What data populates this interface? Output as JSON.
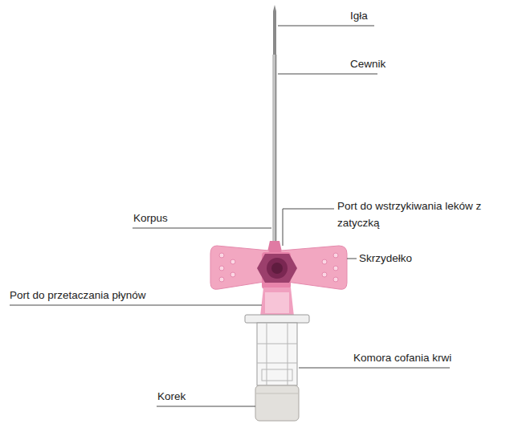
{
  "diagram": {
    "labels": [
      "Igła",
      "Cewnik",
      "Korpus",
      "Port do wstrzykiwania leków z zatyczką",
      "Skrzydełko",
      "Port do przetaczania płynów",
      "Komora cofania krwi",
      "Korek"
    ]
  }
}
